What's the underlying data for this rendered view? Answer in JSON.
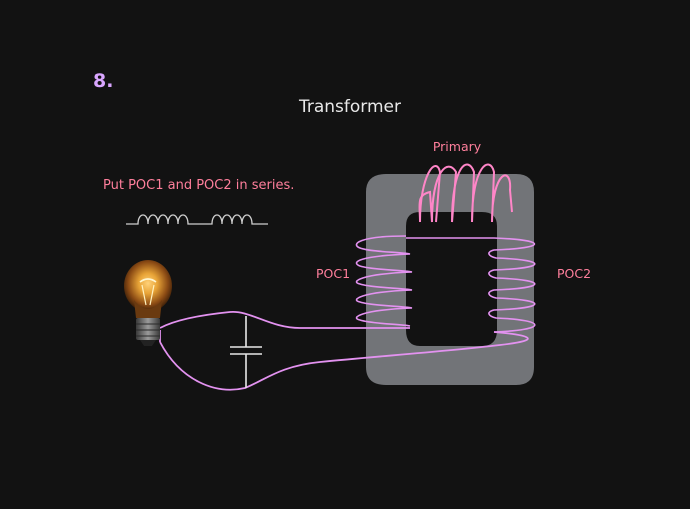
{
  "slide": {
    "number": "8.",
    "title": "Transformer",
    "instruction": "Put POC1 and POC2 in series."
  },
  "labels": {
    "primary": "Primary",
    "poc1": "POC1",
    "poc2": "POC2"
  },
  "colors": {
    "background": "#121212",
    "slide_number": "#d9a6ff",
    "title": "#e8e8e8",
    "label_pink": "#ff7f9c",
    "primary_coil": "#ff86c8",
    "wire": "#e392f0",
    "core": "#727478",
    "core_window": "#121212",
    "series_symbol": "#cfcfcf",
    "capacitor": "#e8e8e8"
  },
  "icons": {
    "bulb": "incandescent-bulb-icon",
    "inductor_series": "two-inductors-series-icon",
    "capacitor": "capacitor-icon"
  }
}
